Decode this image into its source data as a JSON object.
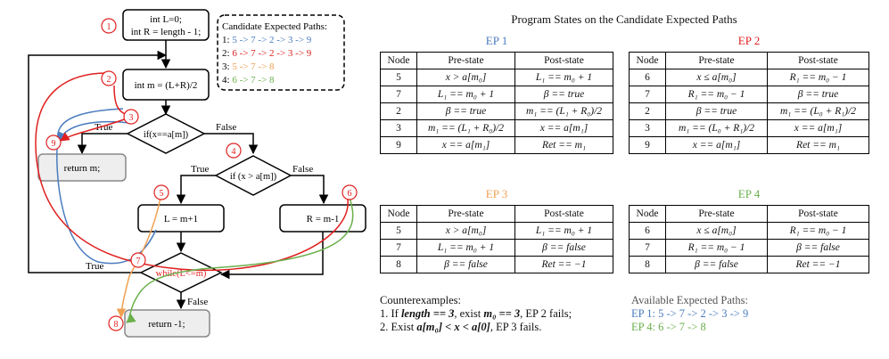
{
  "flowchart": {
    "init_line1": "int L=0;",
    "init_line2": "int R = length - 1;",
    "mid": "int m = (L+R)/2",
    "cond_eq": "if(x==a[m])",
    "cond_gt": "if (x > a[m])",
    "ret_m": "return m;",
    "ret_neg": "return -1;",
    "assign_L": "L = m+1",
    "assign_R": "R = m-1",
    "loop": "while(L<=m)",
    "lbl_true_eq": "True",
    "lbl_false_eq": "False",
    "lbl_true_gt": "True",
    "lbl_false_gt": "False",
    "lbl_true_loop": "True",
    "lbl_false_loop": "False",
    "node_labels": [
      "1",
      "2",
      "3",
      "4",
      "5",
      "6",
      "7",
      "8",
      "9"
    ],
    "candidate_title": "Candidate Expected Paths:",
    "candidates": [
      {
        "num": "1:",
        "path": "5 -> 7 -> 2 -> 3 -> 9",
        "color": "#4a7bbf"
      },
      {
        "num": "2:",
        "path": "6 -> 7 -> 2 -> 3 -> 9",
        "color": "#e02020"
      },
      {
        "num": "3:",
        "path": "5 -> 7 -> 8",
        "color": "#f0a050"
      },
      {
        "num": "4:",
        "path": "6 -> 7 -> 8",
        "color": "#6ab04c"
      }
    ]
  },
  "states_title": "Program States on the Candidate Expected Paths",
  "tables": [
    {
      "title": "EP 1",
      "color": "#4a7bbf",
      "headers": [
        "Node",
        "Pre-state",
        "Post-state"
      ],
      "rows": [
        [
          "5",
          "x > a[m₀]",
          "L₁ == m₀ + 1"
        ],
        [
          "7",
          "L₁ == m₀ + 1",
          "β == true"
        ],
        [
          "2",
          "β == true",
          "m₁ == (L₁ + R₀)/2"
        ],
        [
          "3",
          "m₁ == (L₁ + R₀)/2",
          "x == a[m₁]"
        ],
        [
          "9",
          "x == a[m₁]",
          "Ret == m₁"
        ]
      ]
    },
    {
      "title": "EP 2",
      "color": "#e02020",
      "headers": [
        "Node",
        "Pre-state",
        "Post-state"
      ],
      "rows": [
        [
          "6",
          "x ≤ a[m₀]",
          "R₁ == m₀ − 1"
        ],
        [
          "7",
          "R₁ == m₀ − 1",
          "β == true"
        ],
        [
          "2",
          "β == true",
          "m₁ == (L₀ + R₁)/2"
        ],
        [
          "3",
          "m₁ == (L₀ + R₁)/2",
          "x == a[m₁]"
        ],
        [
          "9",
          "x == a[m₁]",
          "Ret == m₁"
        ]
      ]
    },
    {
      "title": "EP 3",
      "color": "#f0a050",
      "headers": [
        "Node",
        "Pre-state",
        "Post-state"
      ],
      "rows": [
        [
          "5",
          "x > a[m₀]",
          "L₁ == m₀ + 1"
        ],
        [
          "7",
          "L₁ == m₀ + 1",
          "β == false"
        ],
        [
          "8",
          "β == false",
          "Ret == −1"
        ]
      ]
    },
    {
      "title": "EP 4",
      "color": "#6ab04c",
      "headers": [
        "Node",
        "Pre-state",
        "Post-state"
      ],
      "rows": [
        [
          "6",
          "x ≤ a[m₀]",
          "R₁ == m₀ − 1"
        ],
        [
          "7",
          "R₁ == m₀ − 1",
          "β == false"
        ],
        [
          "8",
          "β == false",
          "Ret == −1"
        ]
      ]
    }
  ],
  "counterexamples": {
    "title": "Counterexamples:",
    "item1_pre": "1. If ",
    "item1_a": "length == 3",
    "item1_mid": ", exist ",
    "item1_b": "m₀ == 3",
    "item1_post": ", EP 2 fails;",
    "item2_pre": "2. Exist ",
    "item2_a": "a[m₀] < x < a[0]",
    "item2_post": ", EP 3 fails."
  },
  "available": {
    "title": "Available Expected Paths:",
    "ep1": "EP 1: 5 -> 7 -> 2 -> 3 -> 9",
    "ep4": "EP 4: 6 -> 7 -> 8",
    "ep1_color": "#4a7bbf",
    "ep4_color": "#6ab04c"
  }
}
